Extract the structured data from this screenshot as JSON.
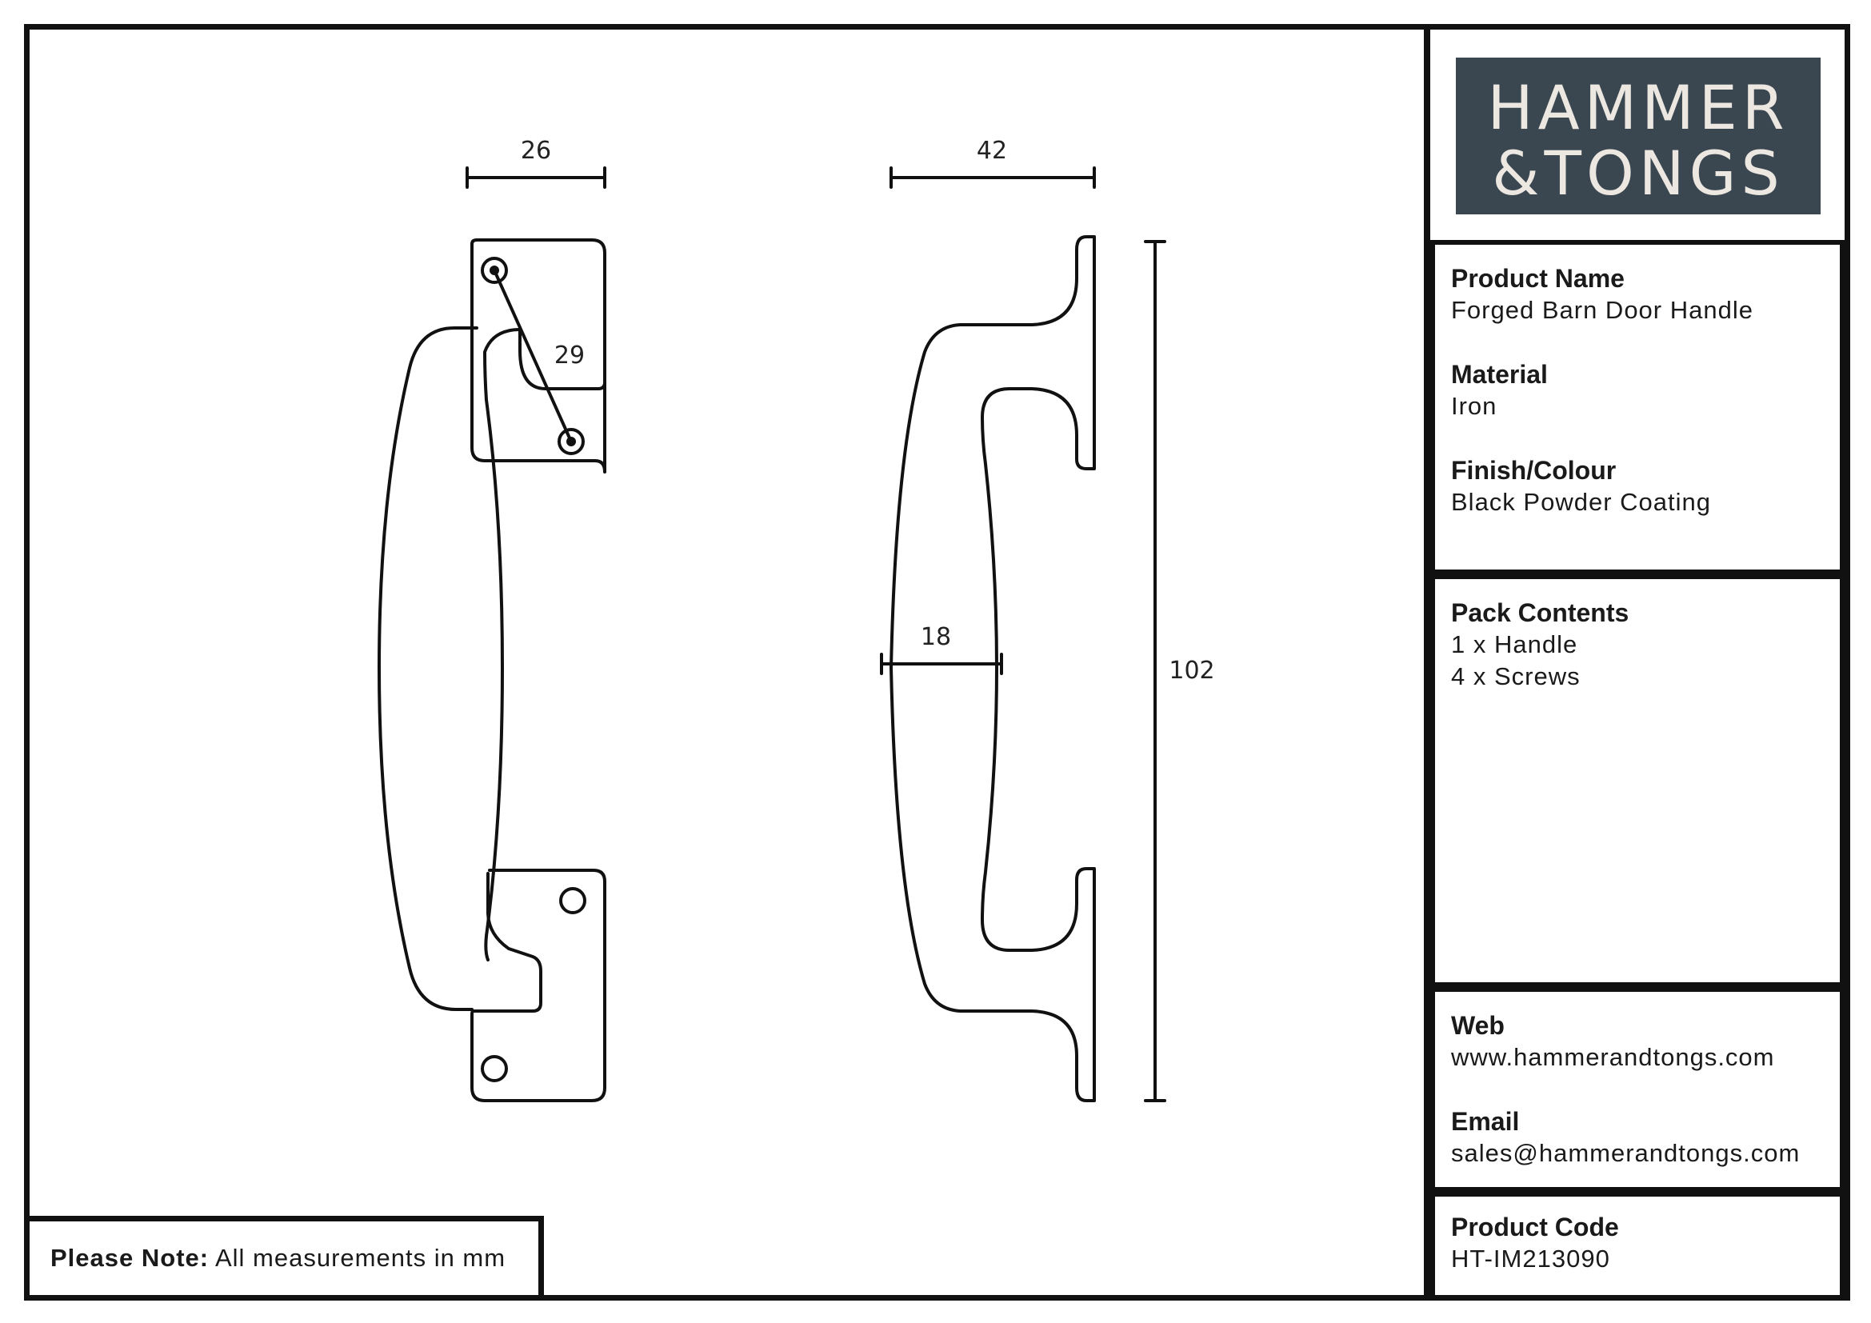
{
  "brand": {
    "line1": "HAMMER",
    "line2": "&TONGS",
    "logo_bg": "#3a4650",
    "logo_fg": "#ece8e1"
  },
  "product": {
    "name_label": "Product Name",
    "name_value": "Forged Barn Door Handle",
    "material_label": "Material",
    "material_value": "Iron",
    "finish_label": "Finish/Colour",
    "finish_value": "Black Powder Coating"
  },
  "pack": {
    "label": "Pack Contents",
    "items": [
      "1 x Handle",
      "4 x Screws"
    ]
  },
  "contact": {
    "web_label": "Web",
    "web_value": "www.hammerandtongs.com",
    "email_label": "Email",
    "email_value": "sales@hammerandtongs.com"
  },
  "code": {
    "label": "Product Code",
    "value": "HT-IM213090"
  },
  "note": {
    "label": "Please Note:",
    "text": "All measurements in mm"
  },
  "dimensions": {
    "front_width": "26",
    "hole_spacing": "29",
    "side_depth": "42",
    "grip_thickness": "18",
    "height": "102"
  }
}
